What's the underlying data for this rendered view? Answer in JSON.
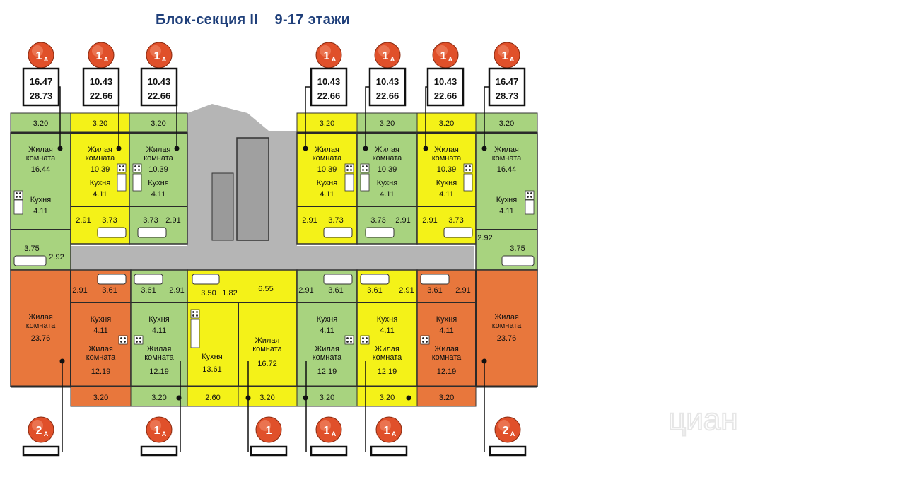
{
  "title": "Блок-секция II    9-17 этажи",
  "colors": {
    "green": "#a8d37f",
    "yellow": "#f4f218",
    "orange": "#e8773c",
    "gray": "#b5b5b5",
    "badge": "#e0502a",
    "wall": "#2a2a2a"
  },
  "top_apartments": [
    {
      "type": "1",
      "suffix": "А",
      "area_living": "16.47",
      "area_total": "28.73",
      "balcony": "3.20",
      "room_label": "Жилая\nкомната",
      "room_area": "16.44",
      "kitchen_label": "Кухня",
      "kitchen_area": "4.11",
      "bath": "3.75",
      "hall": "2.92",
      "color": "green"
    },
    {
      "type": "1",
      "suffix": "А",
      "area_living": "10.43",
      "area_total": "22.66",
      "balcony": "3.20",
      "room_label": "Жилая\nкомната",
      "room_area": "10.39",
      "kitchen_label": "Кухня",
      "kitchen_area": "4.11",
      "bath": "3.73",
      "hall": "2.91",
      "color": "yellow"
    },
    {
      "type": "1",
      "suffix": "А",
      "area_living": "10.43",
      "area_total": "22.66",
      "balcony": "3.20",
      "room_label": "Жилая\nкомната",
      "room_area": "10.39",
      "kitchen_label": "Кухня",
      "kitchen_area": "4.11",
      "bath": "3.73",
      "hall": "2.91",
      "color": "green"
    },
    {
      "type": "1",
      "suffix": "А",
      "area_living": "10.43",
      "area_total": "22.66",
      "balcony": "3.20",
      "room_label": "Жилая\nкомната",
      "room_area": "10.39",
      "kitchen_label": "Кухня",
      "kitchen_area": "4.11",
      "bath": "3.73",
      "hall": "2.91",
      "color": "yellow"
    },
    {
      "type": "1",
      "suffix": "А",
      "area_living": "10.43",
      "area_total": "22.66",
      "balcony": "3.20",
      "room_label": "Жилая\nкомната",
      "room_area": "10.39",
      "kitchen_label": "Кухня",
      "kitchen_area": "4.11",
      "bath": "3.73",
      "hall": "2.91",
      "color": "green"
    },
    {
      "type": "1",
      "suffix": "А",
      "area_living": "10.43",
      "area_total": "22.66",
      "balcony": "3.20",
      "room_label": "Жилая\nкомната",
      "room_area": "10.39",
      "kitchen_label": "Кухня",
      "kitchen_area": "4.11",
      "bath": "3.73",
      "hall": "2.91",
      "color": "yellow"
    },
    {
      "type": "1",
      "suffix": "А",
      "area_living": "16.47",
      "area_total": "28.73",
      "balcony": "3.20",
      "room_label": "Жилая\nкомната",
      "room_area": "16.44",
      "kitchen_label": "Кухня",
      "kitchen_area": "4.11",
      "bath": "3.75",
      "hall": "2.92",
      "color": "green"
    }
  ],
  "bottom_apartments": [
    {
      "type": "2",
      "suffix": "А",
      "color": "orange",
      "room_label": "Жилая\nкомната",
      "room_area": "23.76",
      "hall": "2.91",
      "bath": "3.61",
      "kitchen_label": "Кухня",
      "kitchen_area": "4.11",
      "room2_label": "Жилая\nкомната",
      "room2_area": "12.19",
      "balcony": "3.20"
    },
    {
      "type": "1",
      "suffix": "А",
      "color": "green",
      "hall": "2.91",
      "bath": "3.61",
      "kitchen_label": "Кухня",
      "kitchen_area": "4.11",
      "room2_label": "Жилая\nкомната",
      "room2_area": "12.19",
      "balcony": "3.20"
    },
    {
      "type": "1",
      "suffix": "",
      "color": "yellow",
      "bath": "3.50",
      "hall": "1.82",
      "corridor": "6.55",
      "kitchen_label": "Кухня",
      "kitchen_area": "13.61",
      "room2_label": "Жилая\nкомната",
      "room2_area": "16.72",
      "balcony": "2.60",
      "balcony2": "3.20"
    },
    {
      "type": "1",
      "suffix": "А",
      "color": "green",
      "hall": "2.91",
      "bath": "3.61",
      "kitchen_label": "Кухня",
      "kitchen_area": "4.11",
      "room2_label": "Жилая\nкомната",
      "room2_area": "12.19",
      "balcony": "3.20"
    },
    {
      "type": "1",
      "suffix": "А",
      "color": "yellow",
      "hall": "2.91",
      "bath": "3.61",
      "kitchen_label": "Кухня",
      "kitchen_area": "4.11",
      "room2_label": "Жилая\nкомната",
      "room2_area": "12.19",
      "balcony": "3.20"
    },
    {
      "type": "2",
      "suffix": "А",
      "color": "orange",
      "room_label": "Жилая\nкомната",
      "room_area": "23.76",
      "hall": "2.91",
      "bath": "3.61",
      "kitchen_label": "Кухня",
      "kitchen_area": "4.11",
      "room2_label": "Жилая\nкомната",
      "room2_area": "12.19",
      "balcony": "3.20"
    }
  ],
  "watermark": "циан"
}
